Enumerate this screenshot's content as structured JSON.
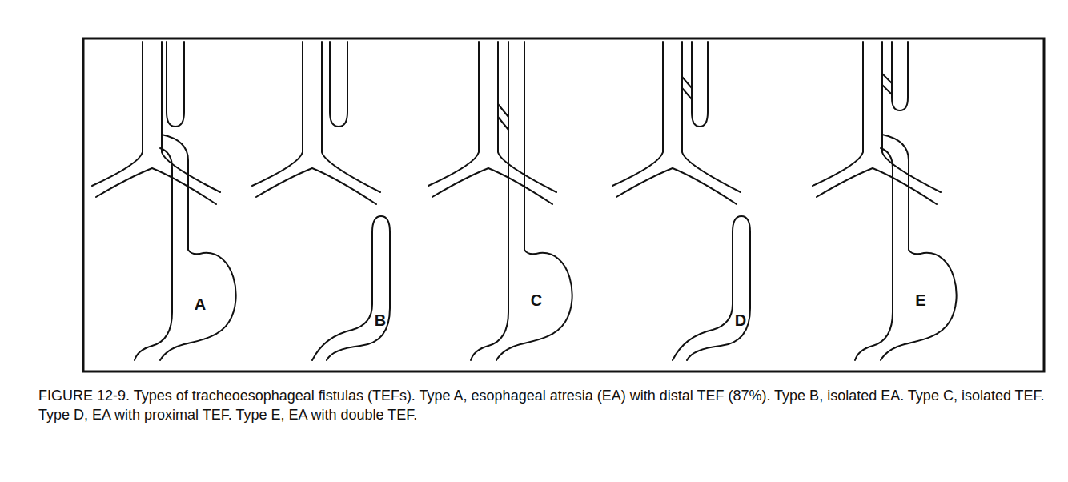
{
  "diagram": {
    "caption": "FIGURE 12-9. Types of tracheoesophageal fistulas (TEFs). Type A, esophageal atresia (EA) with distal TEF (87%). Type B, isolated EA. Type C, isolated TEF. Type D, EA with proximal TEF. Type E, EA with double TEF.",
    "labels": [
      "A",
      "B",
      "C",
      "D",
      "E"
    ]
  }
}
